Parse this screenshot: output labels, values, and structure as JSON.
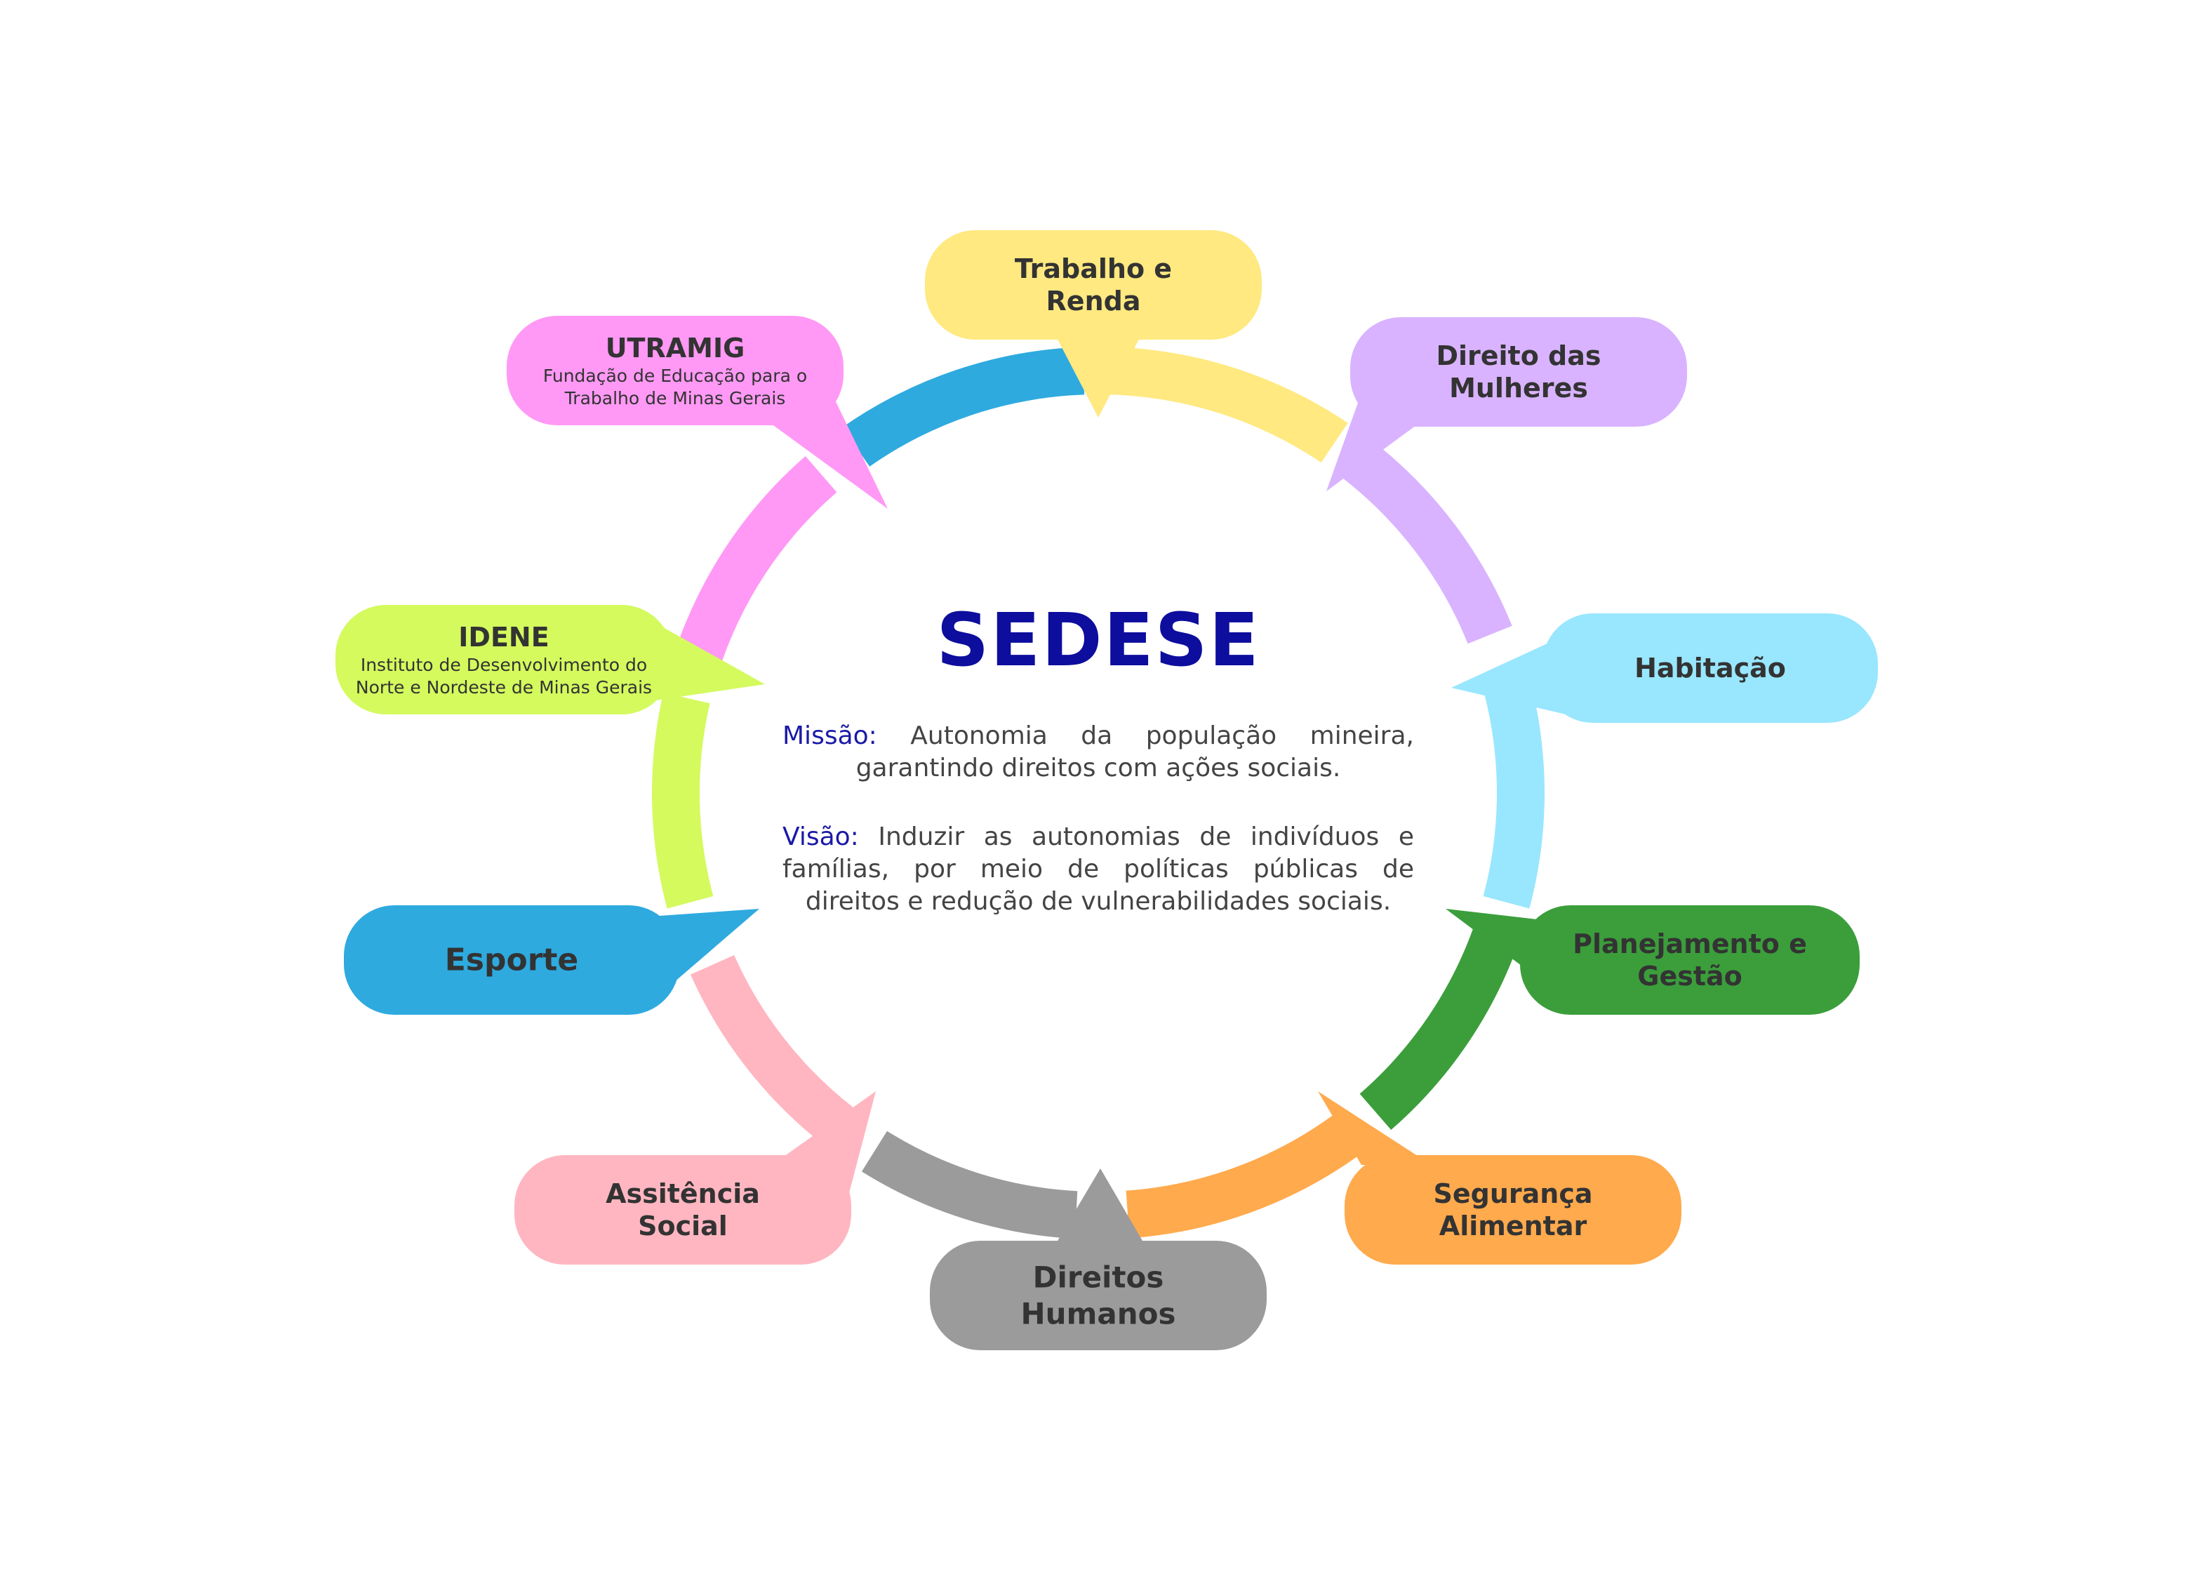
{
  "center": {
    "title": "SEDESE",
    "mission_label": "Missão:",
    "mission_text": "Autonomia da população mineira, garantindo direitos com ações sociais.",
    "vision_label": "Visão:",
    "vision_text": "Induzir as autonomias de indivíduos e famílias, por meio de políticas públicas de direitos e redução de vulnerabilidades sociais."
  },
  "nodes": [
    {
      "id": "trabalho",
      "title_lines": [
        "Trabalho e",
        "Renda"
      ],
      "color": "#ffe980"
    },
    {
      "id": "mulheres",
      "title_lines": [
        "Direito das",
        "Mulheres"
      ],
      "color": "#d9b3ff"
    },
    {
      "id": "habitacao",
      "title_lines": [
        "Habitação"
      ],
      "color": "#99e6ff"
    },
    {
      "id": "planejamento",
      "title_lines": [
        "Planejamento e",
        "Gestão"
      ],
      "color": "#3b9e3b"
    },
    {
      "id": "seguranca",
      "title_lines": [
        "Segurança",
        "Alimentar"
      ],
      "color": "#ffaa4d"
    },
    {
      "id": "direitos-humanos",
      "title_lines": [
        "Direitos",
        "Humanos"
      ],
      "color": "#9b9b9b"
    },
    {
      "id": "assistencia",
      "title_lines": [
        "Assitência",
        "Social"
      ],
      "color": "#ffb6c1"
    },
    {
      "id": "esporte",
      "title_lines": [
        "Esporte"
      ],
      "color": "#2eaadf"
    },
    {
      "id": "idene",
      "title_lines": [
        "IDENE"
      ],
      "sub_lines": [
        "Instituto de Desenvolvimento do",
        "Norte e Nordeste de Minas Gerais"
      ],
      "color": "#d4fa5e"
    },
    {
      "id": "utramig",
      "title_lines": [
        "UTRAMIG"
      ],
      "sub_lines": [
        "Fundação de Educação para o",
        "Trabalho de Minas Gerais"
      ],
      "color": "#ff99f5"
    }
  ],
  "ring": {
    "segments": [
      {
        "id": "trabalho",
        "color": "#ffe980"
      },
      {
        "id": "mulheres",
        "color": "#d9b3ff"
      },
      {
        "id": "habitacao",
        "color": "#99e6ff"
      },
      {
        "id": "planejamento",
        "color": "#3b9e3b"
      },
      {
        "id": "seguranca",
        "color": "#ffaa4d"
      },
      {
        "id": "direitos-humanos",
        "color": "#9b9b9b"
      },
      {
        "id": "assistencia",
        "color": "#ffb6c1"
      },
      {
        "id": "idene",
        "color": "#d4fa5e"
      },
      {
        "id": "utramig",
        "color": "#ff99f5"
      },
      {
        "id": "esporte",
        "color": "#2eaadf"
      }
    ]
  }
}
